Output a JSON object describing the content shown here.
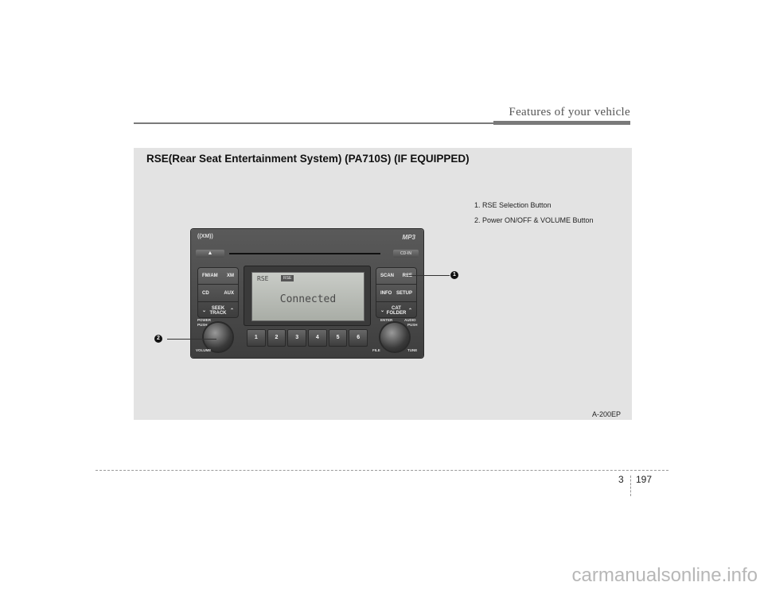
{
  "header": {
    "title": "Features of your vehicle"
  },
  "section": {
    "title": "RSE(Rear Seat Entertainment System) (PA710S) (IF EQUIPPED)"
  },
  "legend": {
    "items": [
      "1. RSE Selection Button",
      "2. Power ON/OFF & VOLUME Button"
    ]
  },
  "figure": {
    "code": "A-200EP"
  },
  "radio": {
    "xm_logo": "((XM))",
    "mp3_logo": "MP3",
    "eject_label": "▲",
    "cd_in_label": "CD-IN",
    "left_buttons": [
      {
        "left": "FM/AM",
        "right": "XM"
      },
      {
        "left": "CD",
        "right": "AUX"
      },
      {
        "top": "SEEK",
        "bottom": "TRACK"
      }
    ],
    "right_buttons": [
      {
        "left": "SCAN",
        "right": "RSE"
      },
      {
        "left": "INFO",
        "right": "SETUP"
      },
      {
        "top": "CAT",
        "bottom": "FOLDER"
      }
    ],
    "lcd": {
      "mode": "RSE",
      "tag": "RSE",
      "message": "Connected"
    },
    "presets": [
      "1",
      "2",
      "3",
      "4",
      "5",
      "6"
    ],
    "labels": {
      "power": "POWER",
      "power_push": "PUSH",
      "volume": "VOLUME",
      "enter": "ENTER",
      "audio": "AUDIO",
      "audio_push": "PUSH",
      "file": "FILE",
      "tune": "TUNE"
    }
  },
  "callouts": {
    "one": "1",
    "two": "2"
  },
  "footer": {
    "chapter": "3",
    "page": "197"
  },
  "watermark": {
    "text": "carmanualsonline.info"
  }
}
